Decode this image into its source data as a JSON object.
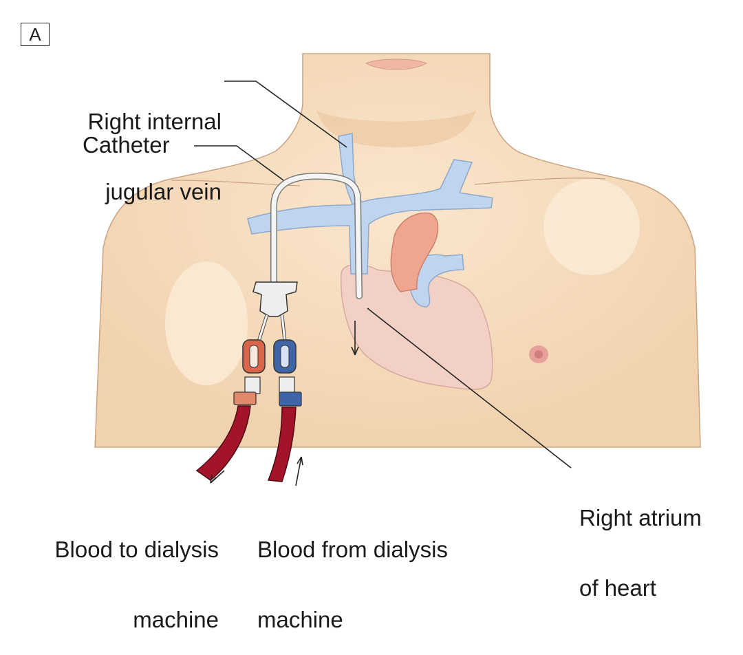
{
  "panel_label": "A",
  "labels": {
    "jugular_line1": "Right internal",
    "jugular_line2": "jugular vein",
    "catheter": "Catheter",
    "atrium_line1": "Right atrium",
    "atrium_line2": "of heart",
    "to_machine_line1": "Blood to dialysis",
    "to_machine_line2": "machine",
    "from_machine_line1": "Blood from dialysis",
    "from_machine_line2": "machine"
  },
  "colors": {
    "skin": "#f6dcbc",
    "skin_shadow": "#eccaa2",
    "vein": "#bcd2ec",
    "artery": "#f0a58e",
    "heart": "#f2cfc4",
    "blood_tube": "#a3142a",
    "red_clamp": "#d9654a",
    "blue_clamp": "#3f64a8",
    "catheter": "#f4f4f2"
  }
}
